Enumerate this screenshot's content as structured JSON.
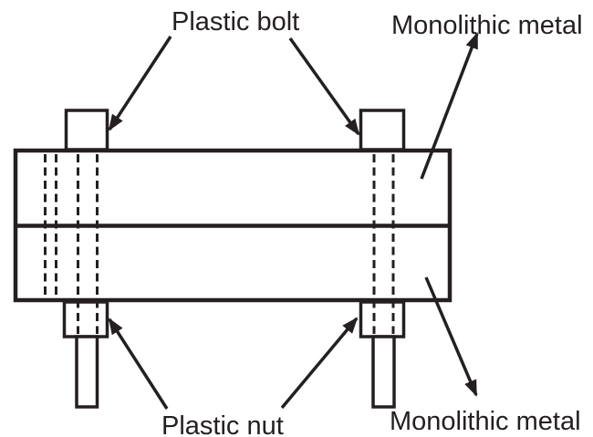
{
  "figure": {
    "type": "technical-diagram",
    "background_color": "#ffffff",
    "ink_color": "#241f21",
    "labels": {
      "plastic_bolt": "Plastic bolt",
      "monolithic_metal_top": "Monolithic metal",
      "plastic_nut": "Plastic nut",
      "monolithic_metal_bottom": "Monolithic metal"
    },
    "parts": [
      {
        "name": "monolithic-metal-plate-top",
        "style": "solid outline rectangle"
      },
      {
        "name": "monolithic-metal-plate-bottom",
        "style": "solid outline rectangle"
      },
      {
        "name": "plastic-bolt-left",
        "style": "head above plates, shaft hidden (dashed), end protruding below nut"
      },
      {
        "name": "plastic-bolt-right",
        "style": "head above plates, shaft hidden (dashed), end protruding below nut"
      },
      {
        "name": "plastic-nut-left",
        "style": "rectangle under bottom plate"
      },
      {
        "name": "plastic-nut-right",
        "style": "rectangle under bottom plate"
      },
      {
        "name": "pilot-hole-left",
        "style": "narrow dashed pair through plates only"
      }
    ],
    "annotation_arrows": [
      {
        "from": "plastic-bolt-label",
        "to": "left bolt head"
      },
      {
        "from": "plastic-bolt-label",
        "to": "right bolt head"
      },
      {
        "from": "inside top plate",
        "to": "monolithic-metal-top-label"
      },
      {
        "from": "plastic-nut-label",
        "to": "left nut"
      },
      {
        "from": "plastic-nut-label",
        "to": "right nut"
      },
      {
        "from": "inside bottom plate",
        "to": "monolithic-metal-bottom-label"
      }
    ]
  }
}
